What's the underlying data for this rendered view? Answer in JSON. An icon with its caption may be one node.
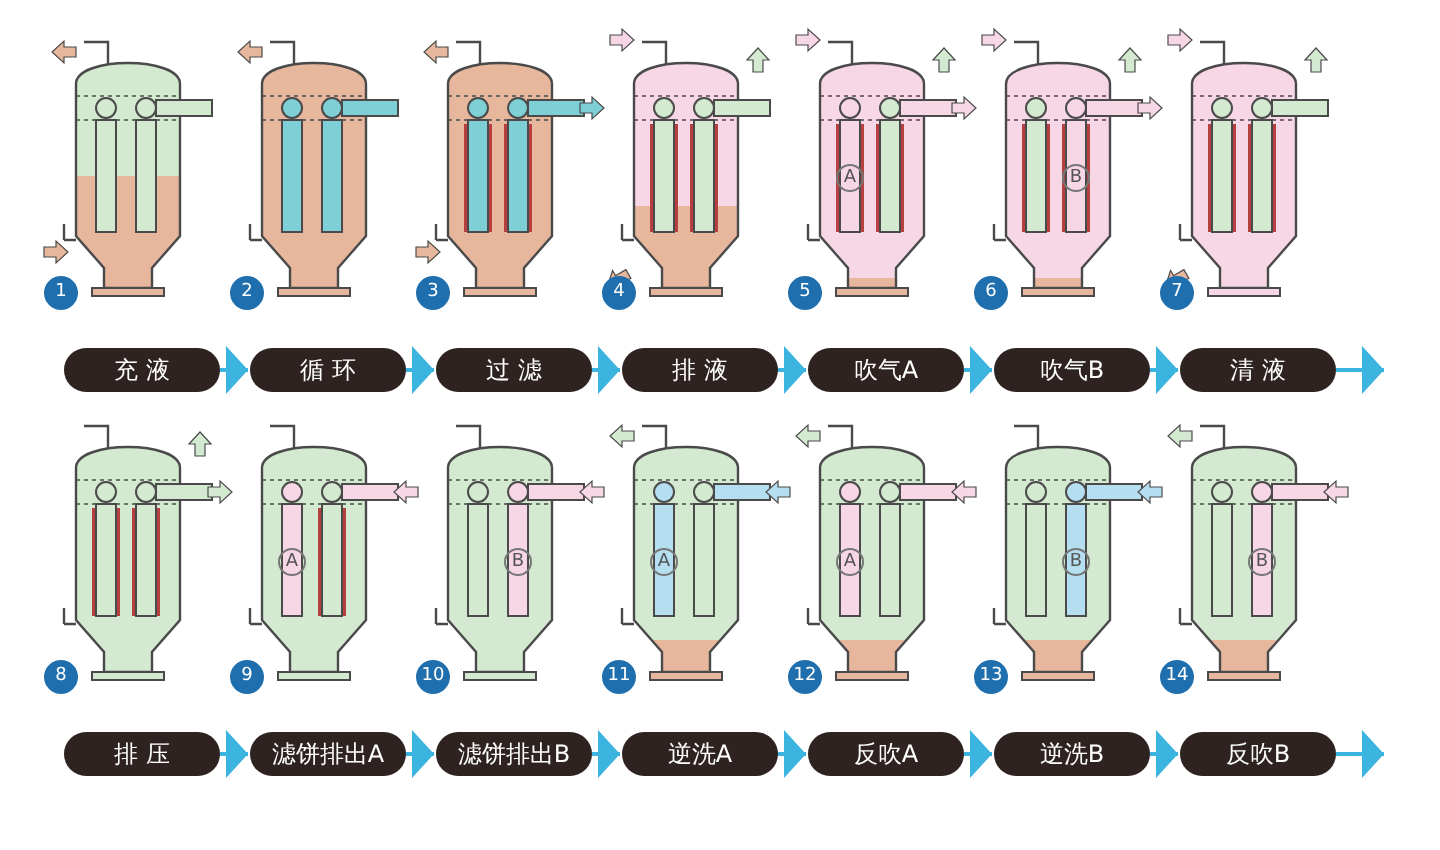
{
  "diagram": {
    "nodes": [
      {
        "text": [
          "充 液"
        ],
        "beside": [
          "1"
        ]
      },
      {
        "text": [
          "循 环"
        ],
        "beside": [
          "2"
        ]
      },
      {
        "text": [
          "过 滤"
        ],
        "beside": [
          "3"
        ]
      },
      {
        "text": [
          "排 液"
        ],
        "beside": [
          "4"
        ]
      },
      {
        "text": [
          "吹气A"
        ],
        "beside": [
          "5"
        ]
      },
      {
        "text": [
          "吹气B"
        ],
        "beside": [
          "6"
        ]
      },
      {
        "text": [
          "清 液"
        ],
        "beside": [
          "7"
        ]
      },
      {
        "text": [
          "排 压"
        ],
        "beside": [
          "8"
        ]
      },
      {
        "text": [
          "滤饼排出A"
        ],
        "beside": [
          "9"
        ]
      },
      {
        "text": [
          "滤饼排出B"
        ],
        "beside": [
          "10"
        ]
      },
      {
        "text": [
          "逆洗A"
        ],
        "beside": [
          "11"
        ]
      },
      {
        "text": [
          "反吹A"
        ],
        "beside": [
          "12"
        ]
      },
      {
        "text": [
          "逆洗B"
        ],
        "beside": [
          "13"
        ]
      },
      {
        "text": [
          "反吹B"
        ],
        "beside": [
          "14"
        ]
      }
    ],
    "edges": [
      {
        "from": 0,
        "to": 1,
        "arrow": "to"
      },
      {
        "from": 1,
        "to": 2,
        "arrow": "to"
      },
      {
        "from": 2,
        "to": 3,
        "arrow": "to"
      },
      {
        "from": 3,
        "to": 4,
        "arrow": "to"
      },
      {
        "from": 4,
        "to": 5,
        "arrow": "to"
      },
      {
        "from": 5,
        "to": 6,
        "arrow": "to"
      },
      {
        "from": 6,
        "to": null,
        "arrow": "to"
      },
      {
        "from": 7,
        "to": 8,
        "arrow": "to"
      },
      {
        "from": 8,
        "to": 9,
        "arrow": "to"
      },
      {
        "from": 9,
        "to": 10,
        "arrow": "to"
      },
      {
        "from": 10,
        "to": 11,
        "arrow": "to"
      },
      {
        "from": 11,
        "to": 12,
        "arrow": "to"
      },
      {
        "from": 12,
        "to": 13,
        "arrow": "to"
      },
      {
        "from": 13,
        "to": null,
        "arrow": "to"
      }
    ],
    "labels": [
      "A",
      "B",
      "A",
      "B",
      "A",
      "A",
      "B",
      "B"
    ]
  }
}
